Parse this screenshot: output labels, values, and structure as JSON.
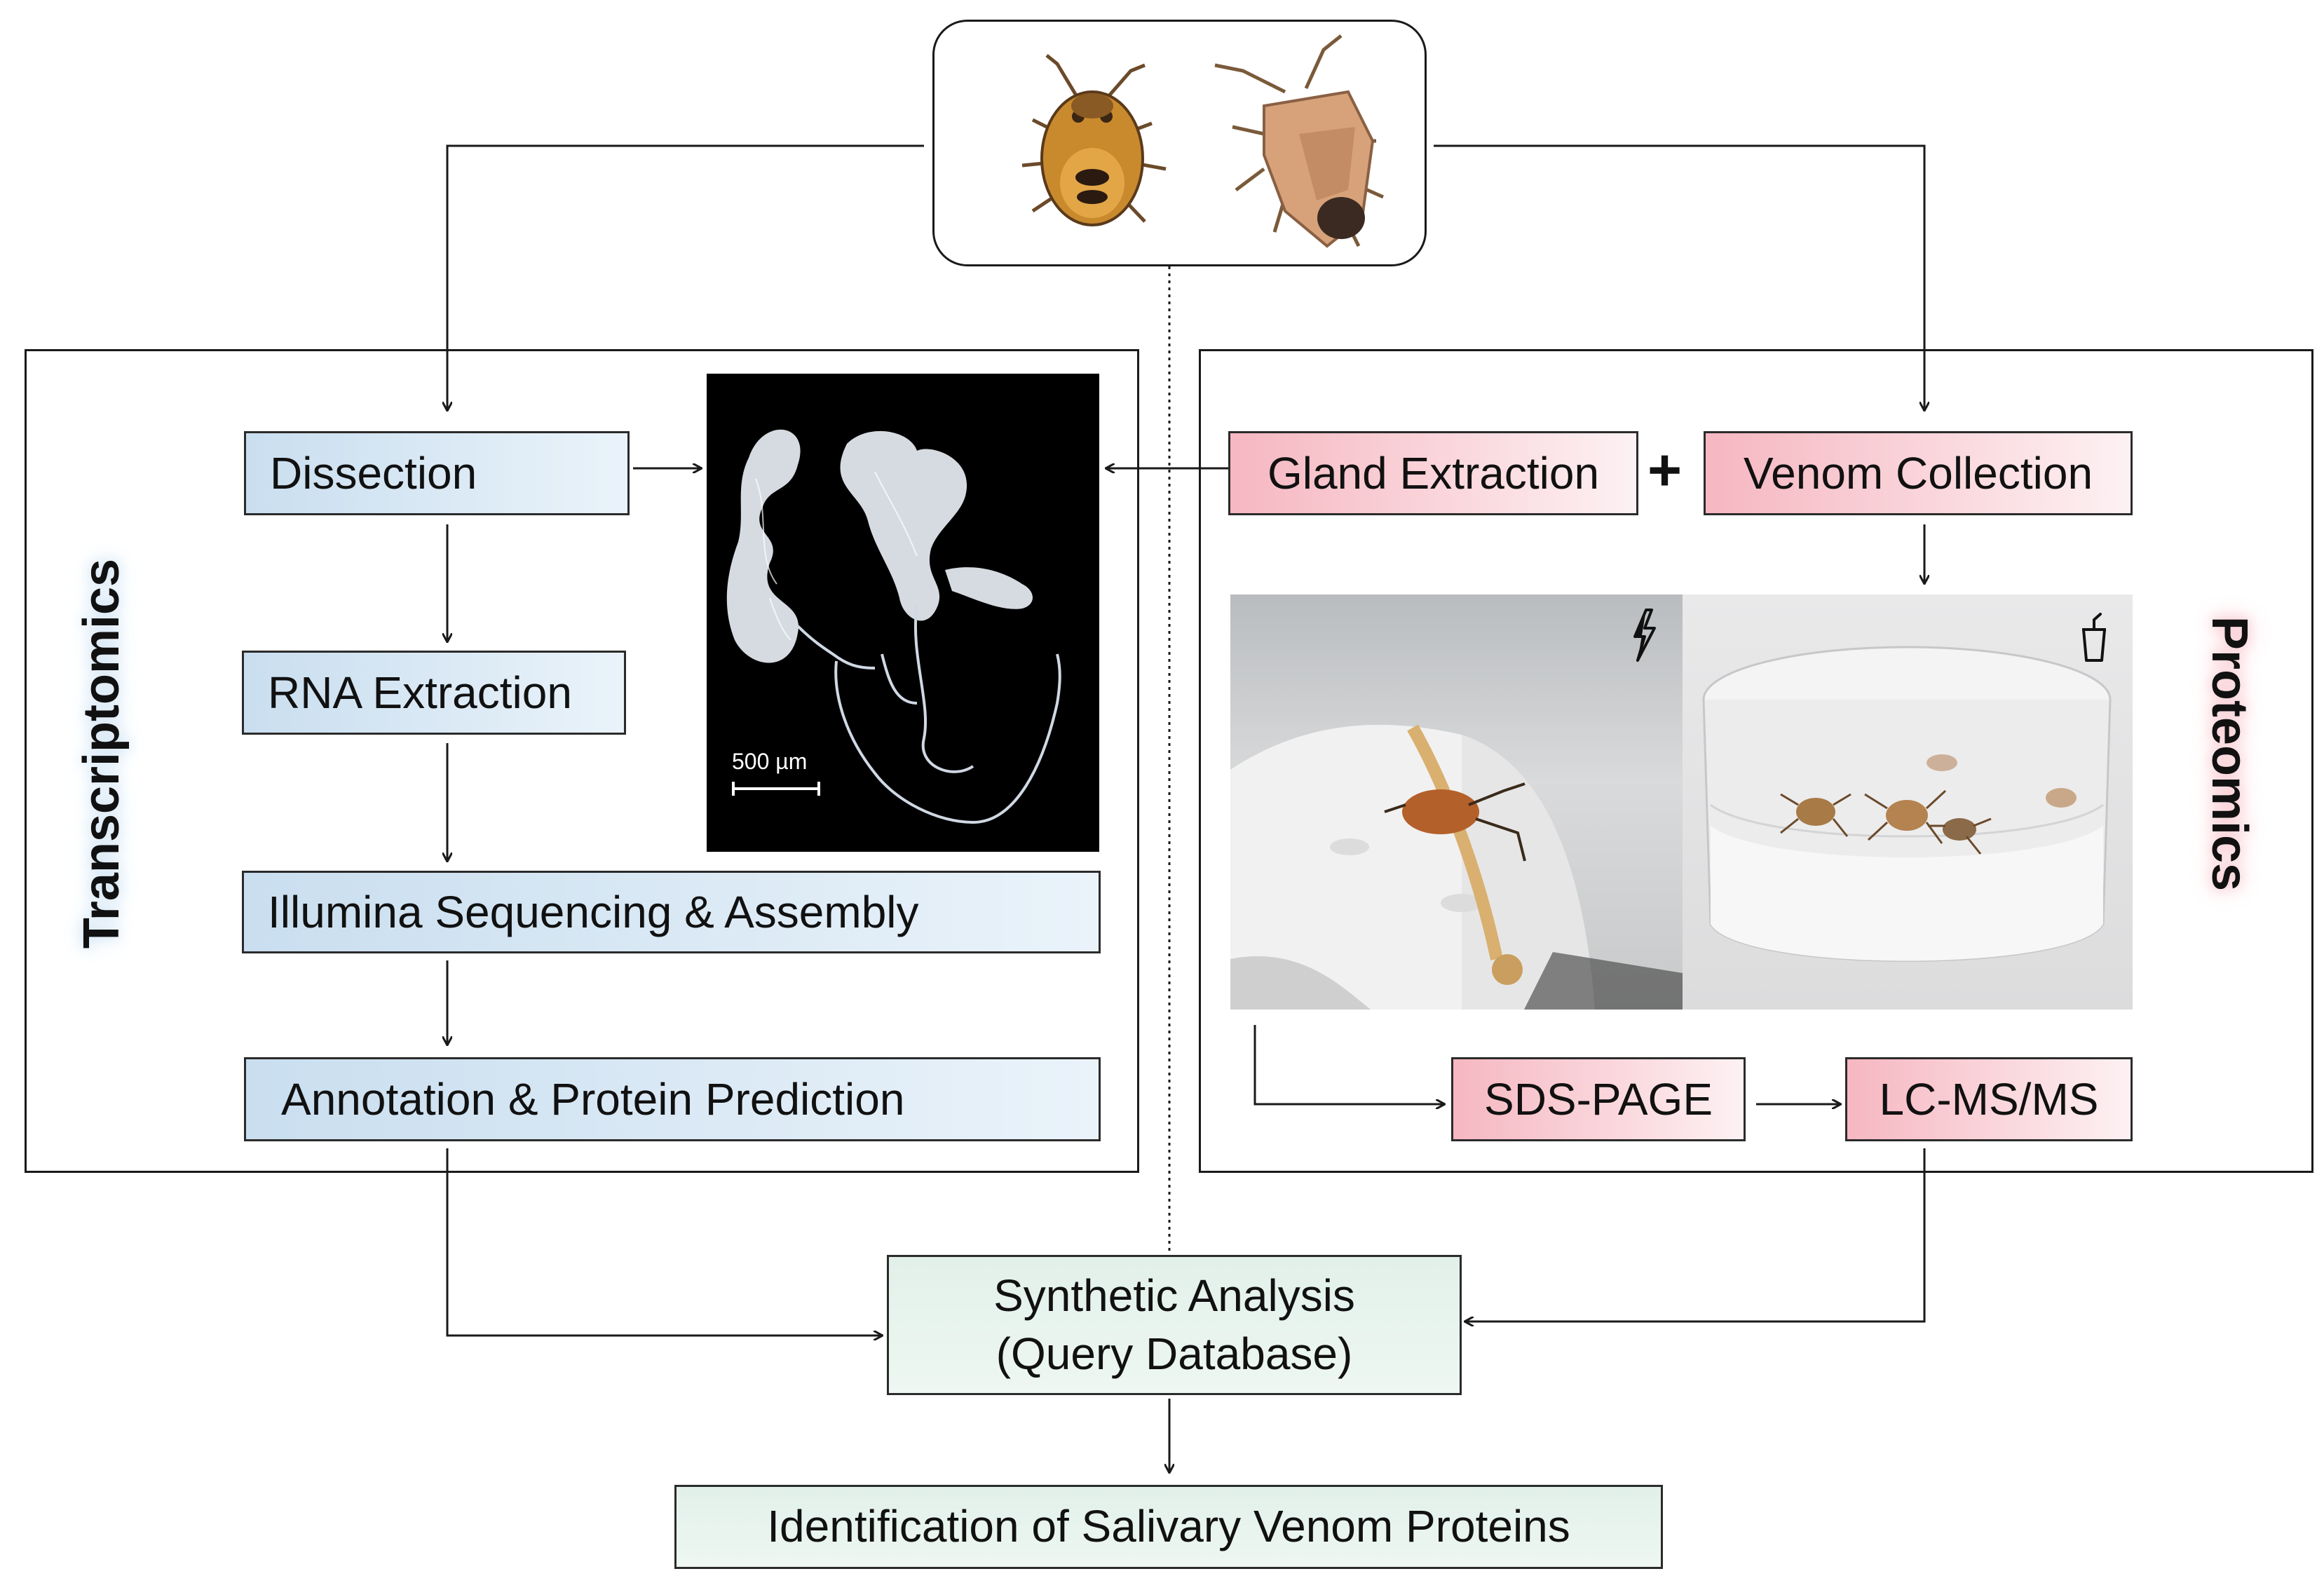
{
  "boxes": {
    "dissection": "Dissection",
    "rna_extraction": "RNA Extraction",
    "sequencing": "Illumina Sequencing & Assembly",
    "annotation": "Annotation & Protein Prediction",
    "gland_extraction": "Gland Extraction",
    "venom_collection": "Venom Collection",
    "sds_page": "SDS-PAGE",
    "lcms": "LC-MS/MS",
    "synthetic_line1": "Synthetic Analysis",
    "synthetic_line2": "(Query Database)",
    "identification": "Identification of Salivary Venom Proteins"
  },
  "labels": {
    "transcriptomics": "Transcriptomics",
    "proteomics": "Proteomics",
    "plus": "+",
    "scale_bar": "500 µm"
  },
  "colors": {
    "transcriptomics_box": "#c9deef",
    "proteomics_box": "#f6b7c1",
    "synthesis_box": "#e2f0ea"
  },
  "icons": {
    "electric_stimulation": "lightning-bolt-icon",
    "collection_container": "cup-icon"
  }
}
